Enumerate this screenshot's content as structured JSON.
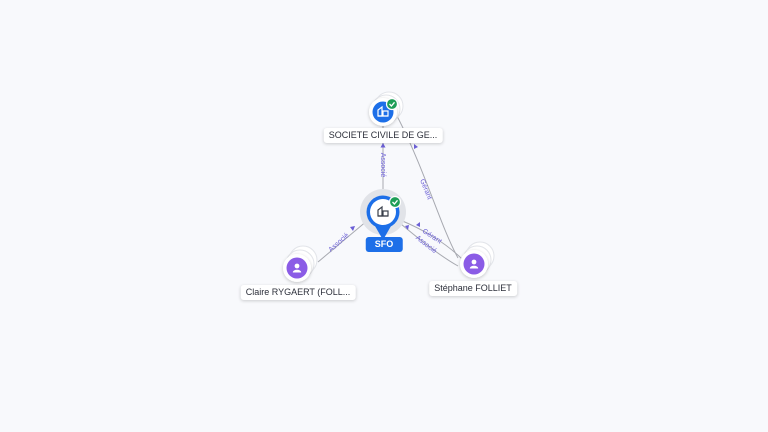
{
  "nodes": {
    "company_scgef": {
      "label": "SOCIETE CIVILE DE GE...",
      "type": "company",
      "verified": true
    },
    "company_sfo": {
      "label": "SFO",
      "type": "company",
      "verified": true,
      "focus": true
    },
    "person_claire": {
      "label": "Claire RYGAERT (FOLL...",
      "type": "person"
    },
    "person_stephane": {
      "label": "Stéphane FOLLIET",
      "type": "person"
    }
  },
  "edges": {
    "scgef_sfo": {
      "label": "Associé"
    },
    "stephane_scgef": {
      "label": "Gérant"
    },
    "claire_sfo": {
      "label": "Associé"
    },
    "stephane_sfo_gerant": {
      "label": "Gérant"
    },
    "stephane_sfo_associe": {
      "label": "Associé"
    }
  },
  "colors": {
    "company": "#1d6fe8",
    "person": "#8b5ce6",
    "verified": "#1e9e57",
    "edge": "#a7a9b0",
    "edge_label": "#6b5fd6"
  },
  "icons": {
    "company": "building-icon",
    "person": "person-icon",
    "verified": "check-badge-icon"
  }
}
